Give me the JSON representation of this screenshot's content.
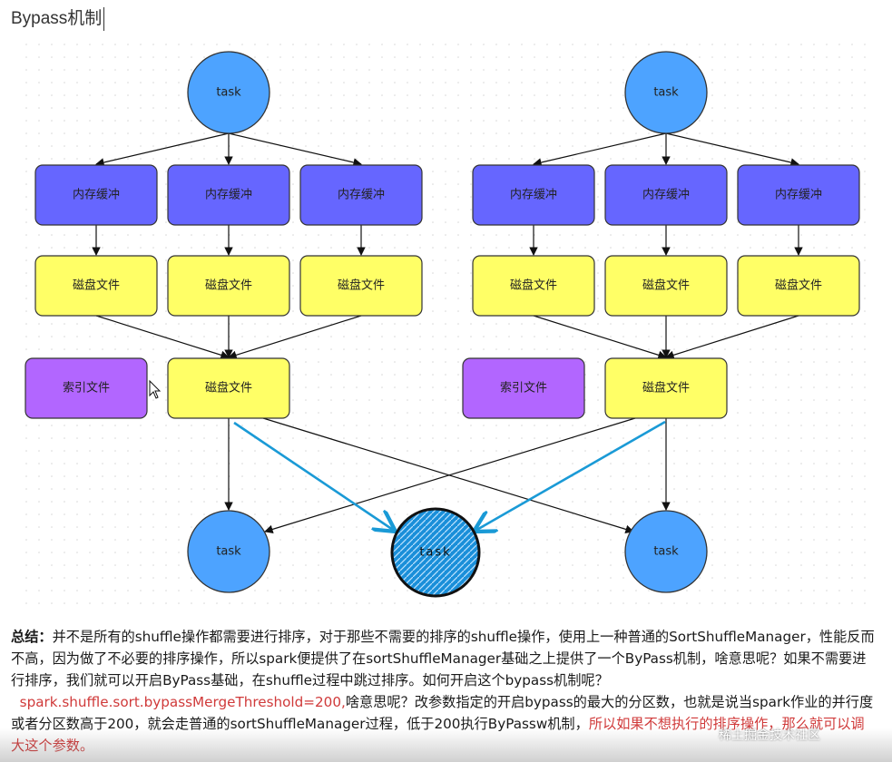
{
  "title": "Bypass机制",
  "diagram": {
    "task_label": "task",
    "memory_label": "内存缓冲",
    "disk_label": "磁盘文件",
    "index_label": "索引文件",
    "colors": {
      "task_circle": "#4da3ff",
      "memory_box": "#6666ff",
      "disk_box": "#ffff66",
      "index_box": "#b266ff",
      "blue_arrow": "#1a9ad6",
      "highlight_task": "#1a8fd9"
    }
  },
  "summary": {
    "label": "总结：",
    "p1": "并不是所有的shuffle操作都需要进行排序，对于那些不需要的排序的shuffle操作，使用上一种普通的SortShuffleManager，性能反而不高，因为做了不必要的排序操作，所以spark便提供了在sortShuffleManager基础之上提供了一个ByPass机制，啥意思呢？如果不需要进行排序，我们就可以开启ByPass基础，在shuffle过程中跳过排序。如何开启这个bypass机制呢？",
    "config": "spark.shuffle.sort.bypassMergeThreshold=200,",
    "p2": "啥意思呢？改参数指定的开启bypass的最大的分区数，也就是说当spark作业的并行度或者分区数高于200，就会走普通的sortShuffleManager过程，低于200执行ByPassw机制，",
    "red_tail": "所以如果不想执行的排序操作，那么就可以调大这个参数。"
  },
  "watermark": "稀土掘金技术社区"
}
